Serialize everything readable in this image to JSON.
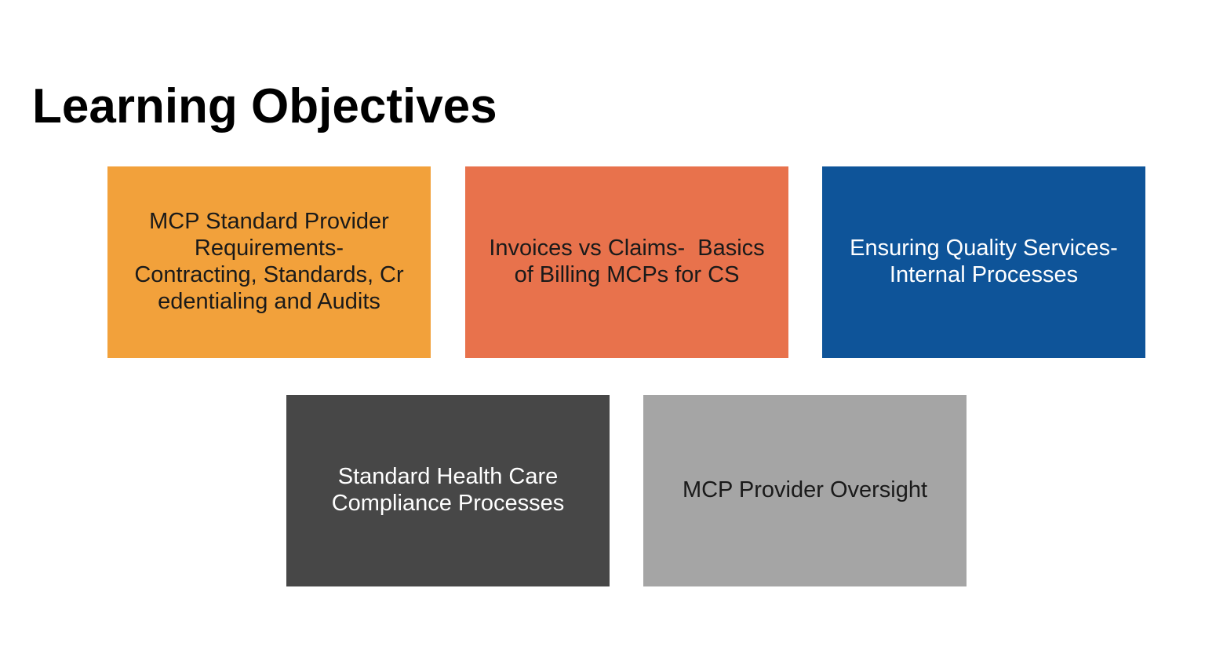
{
  "slide": {
    "title": "Learning Objectives",
    "background_color": "#FFFFFF",
    "title_color": "#000000"
  },
  "objectives": [
    {
      "label": "MCP Standard Provider\nRequirements-\nContracting, Standards, Cr\nedentialing and Audits",
      "background_color": "#F2A13B",
      "text_color": "#1A1A1A"
    },
    {
      "label": "Invoices vs Claims-  Basics\nof Billing MCPs for CS",
      "background_color": "#E8724C",
      "text_color": "#1A1A1A"
    },
    {
      "label": "Ensuring Quality Services-\nInternal Processes",
      "background_color": "#0E5499",
      "text_color": "#FFFFFF"
    },
    {
      "label": "Standard Health Care\nCompliance Processes",
      "background_color": "#474747",
      "text_color": "#FFFFFF"
    },
    {
      "label": "MCP Provider Oversight",
      "background_color": "#A5A5A5",
      "text_color": "#1A1A1A"
    }
  ]
}
